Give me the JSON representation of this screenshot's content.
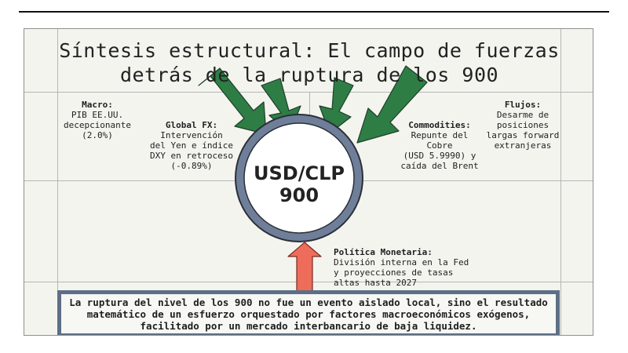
{
  "title": "Síntesis estructural: El campo de fuerzas detrás de la ruptura de los 900",
  "hub": {
    "line1": "USD/CLP",
    "line2": "900"
  },
  "forces": {
    "macro": {
      "heading": "Macro:",
      "body": [
        "PIB EE.UU.",
        "decepcionante",
        "(2.0%)"
      ]
    },
    "global_fx": {
      "heading": "Global FX:",
      "body": [
        "Intervención",
        "del Yen e índice",
        "DXY en retroceso",
        "(-0.89%)"
      ]
    },
    "commodities": {
      "heading": "Commodities:",
      "body": [
        "Repunte del",
        "Cobre",
        "(USD 5.9990) y",
        "caída del Brent"
      ]
    },
    "flujos": {
      "heading": "Flujos:",
      "body": [
        "Desarme de",
        "posiciones",
        "largas forward",
        "extranjeras"
      ]
    },
    "politica": {
      "heading": "Política Monetaria:",
      "body": [
        "División interna en la Fed",
        "y proyecciones de tasas",
        "altas hasta 2027"
      ]
    }
  },
  "conclusion": "La ruptura del nivel de los 900 no fue un evento aislado local, sino el resultado matemático de un esfuerzo orquestado por factores macroeconómicos exógenos, facilitado por un mercado interbancario de baja liquidez.",
  "colors": {
    "green_arrow": "#2e7d45",
    "red_arrow": "#ee6d5a",
    "hub_ring": "#6f7f99",
    "box_border": "#5d6f86",
    "background": "#f4f4ef"
  }
}
